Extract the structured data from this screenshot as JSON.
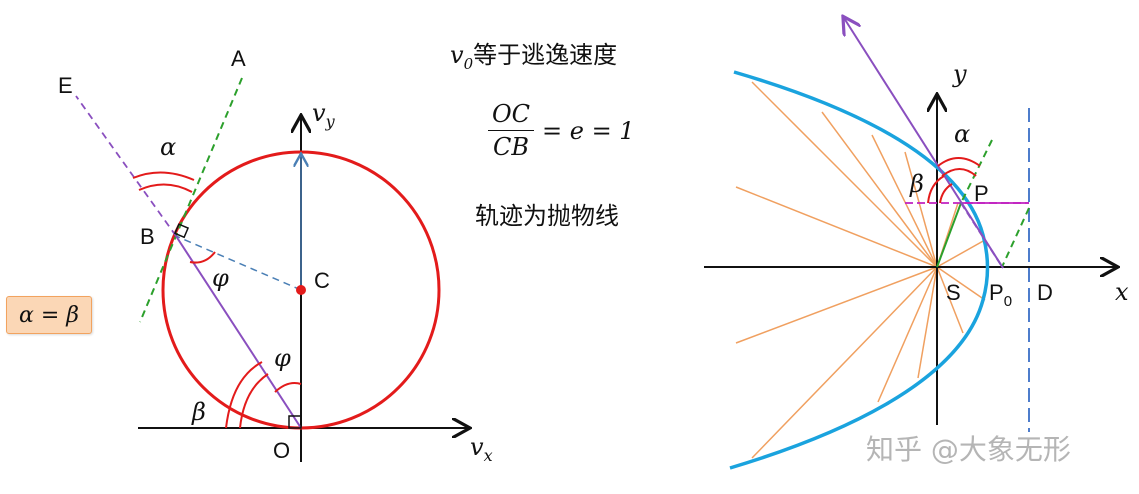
{
  "caption": {
    "line1_sym": "v",
    "line1_sub": "0",
    "line1_text": "等于逃逸速度",
    "frac_num": "OC",
    "frac_den": "CB",
    "frac_rhs": "= e = 1",
    "line3": "轨迹为抛物线"
  },
  "badge": "α = β",
  "left_labels": {
    "A": "A",
    "E": "E",
    "B": "B",
    "C": "C",
    "O": "O",
    "vy_sym": "v",
    "vy_sub": "y",
    "vx_sym": "v",
    "vx_sub": "x",
    "alpha": "α",
    "beta": "β",
    "phi1": "φ",
    "phi2": "φ"
  },
  "right_labels": {
    "y": "y",
    "x": "x",
    "P": "P",
    "S": "S",
    "P0": "P",
    "P0_sub": "0",
    "D": "D",
    "alpha": "α",
    "beta": "β"
  },
  "watermark": "知乎 @大象无形",
  "colors": {
    "circle": "#e31b1b",
    "center": "#e31b1b",
    "tangent": "#2ca02c",
    "normal": "#8a4fbf",
    "radius": "#4a7fb5",
    "parabola": "#1aa3de",
    "rays": "#f0a060",
    "directrix": "#3b6fc6",
    "horizontal": "#c020c0",
    "arc": "#e31b1b"
  }
}
